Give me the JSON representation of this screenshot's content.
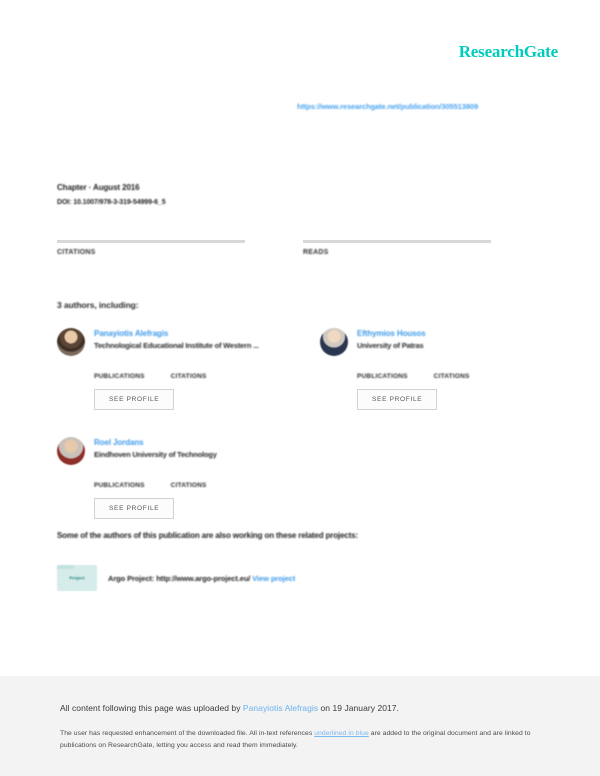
{
  "brand": {
    "logo_text": "ResearchGate",
    "logo_color": "#00ccbb"
  },
  "publication_url": "https://www.researchgate.net/publication/305513809",
  "meta": {
    "type_and_date": "Chapter · August 2016",
    "doi_line": "DOI: 10.1007/978-3-319-54999-6_5"
  },
  "stats": [
    {
      "number": "",
      "label": "CITATIONS"
    },
    {
      "number": "",
      "label": "READS"
    }
  ],
  "authors_heading": "3 authors, including:",
  "authors": [
    {
      "name": "Panayiotis Alefragis",
      "affiliation": "Technological Educational Institute of Western ...",
      "publications_label": "PUBLICATIONS",
      "publications_value": "",
      "citations_label": "CITATIONS",
      "citations_value": "",
      "see_profile_label": "SEE PROFILE",
      "avatar_name": "avatar-panayiotis-alefragis"
    },
    {
      "name": "Efthymios Housos",
      "affiliation": "University of Patras",
      "publications_label": "PUBLICATIONS",
      "publications_value": "",
      "citations_label": "CITATIONS",
      "citations_value": "",
      "see_profile_label": "SEE PROFILE",
      "avatar_name": "avatar-efthymios-housos"
    },
    {
      "name": "Roel Jordans",
      "affiliation": "Eindhoven University of Technology",
      "publications_label": "PUBLICATIONS",
      "publications_value": "",
      "citations_label": "CITATIONS",
      "citations_value": "",
      "see_profile_label": "SEE PROFILE",
      "avatar_name": "avatar-roel-jordans"
    }
  ],
  "projects": {
    "heading": "Some of the authors of this publication are also working on these related projects:",
    "items": [
      {
        "thumb_label": "Project",
        "text": "Argo Project: http://www.argo-project.eu/",
        "link_label": "View project"
      }
    ]
  },
  "footer": {
    "line1_pre": "All content following this page was uploaded by ",
    "line1_link": "Panayiotis Alefragis",
    "line1_post": " on 19 January 2017.",
    "small_pre": "The user has requested enhancement of the downloaded file. All in-text references ",
    "small_link": "underlined in blue",
    "small_post": " are added to the original document and are linked to publications on ResearchGate, letting you access and read them immediately."
  }
}
